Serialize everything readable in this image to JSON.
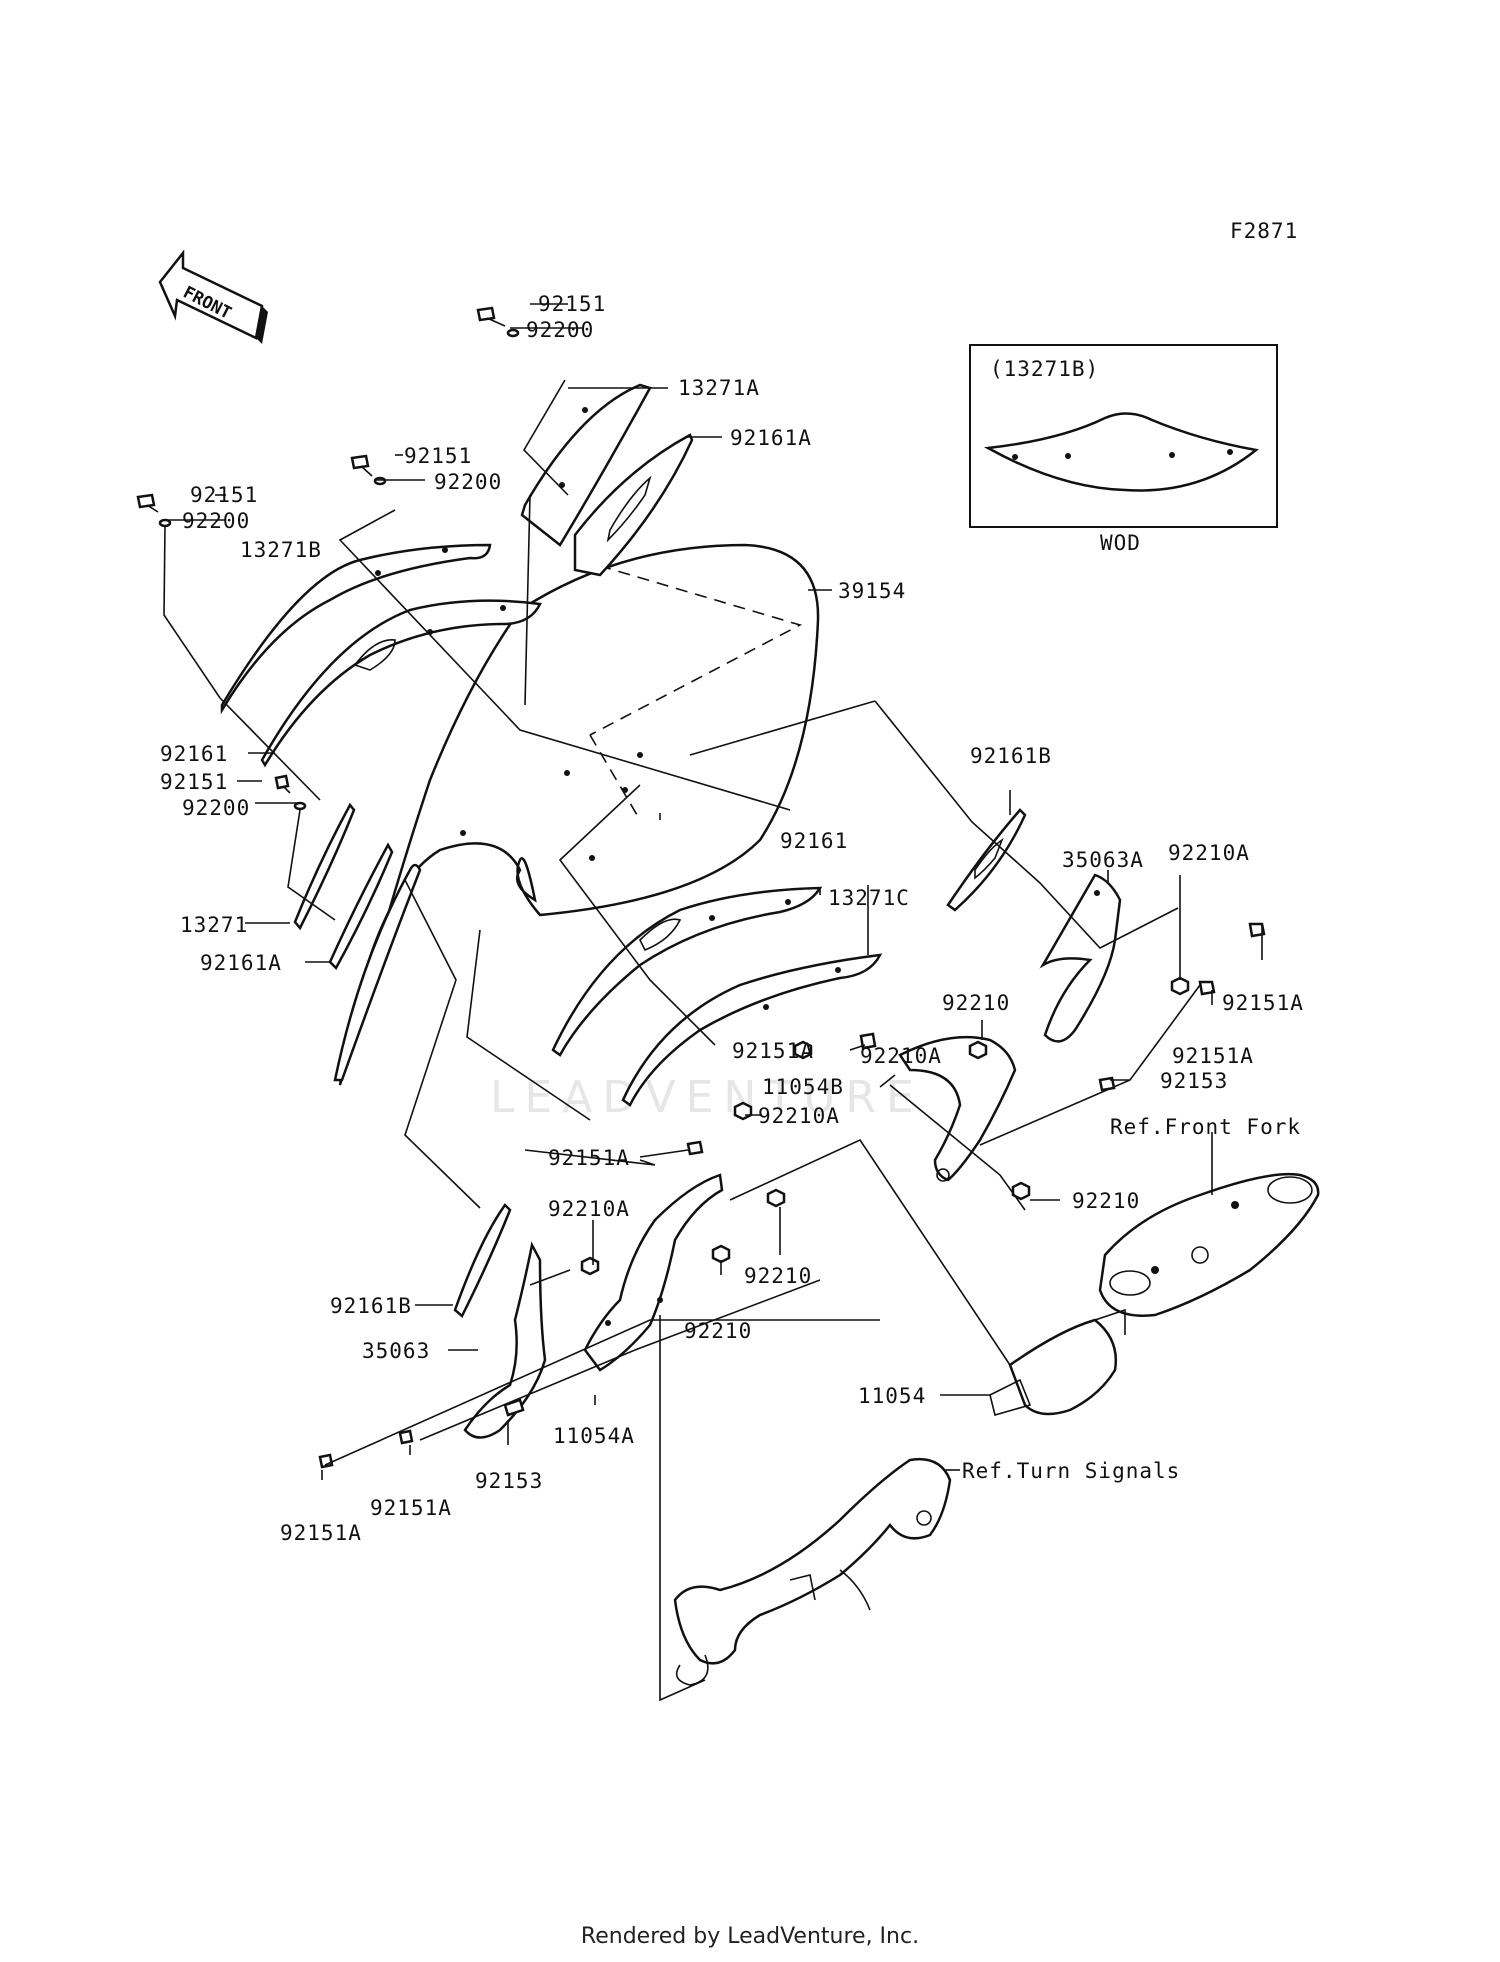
{
  "figure_code": "F2871",
  "front_arrow": "FRONT",
  "inset": {
    "title": "(13271B)",
    "caption": "WOD"
  },
  "labels": {
    "l_92151_a": "92151",
    "l_92200_a": "92200",
    "l_13271A": "13271A",
    "l_92161A_a": "92161A",
    "l_92151_b": "92151",
    "l_92200_b": "92200",
    "l_92151_c": "92151",
    "l_92200_c": "92200",
    "l_13271B": "13271B",
    "l_39154": "39154",
    "l_92161_a": "92161",
    "l_92151_d": "92151",
    "l_92200_d": "92200",
    "l_13271": "13271",
    "l_92161A_b": "92161A",
    "l_92161B_a": "92161B",
    "l_92161_b": "92161",
    "l_13271C": "13271C",
    "l_35063A": "35063A",
    "l_92210A_a": "92210A",
    "l_92210_a": "92210",
    "l_92151A_a": "92151A",
    "l_92210A_b": "92210A",
    "l_92151A_b": "92151A",
    "l_92151A_c": "92151A",
    "l_92153_a": "92153",
    "l_11054B": "11054B",
    "l_92210A_c": "92210A",
    "l_ref_front_fork": "Ref.Front Fork",
    "l_92151A_d": "92151A",
    "l_92210_b": "92210",
    "l_92210A_d": "92210A",
    "l_92210_c": "92210",
    "l_92161B_b": "92161B",
    "l_92210_d": "92210",
    "l_35063": "35063",
    "l_11054": "11054",
    "l_11054A": "11054A",
    "l_92151A_e": "92151A",
    "l_92153_b": "92153",
    "l_92151A_f": "92151A",
    "l_ref_turn_signals": "Ref.Turn Signals"
  },
  "watermark": "LEADVENTURE",
  "footer": "Rendered by LeadVenture, Inc."
}
